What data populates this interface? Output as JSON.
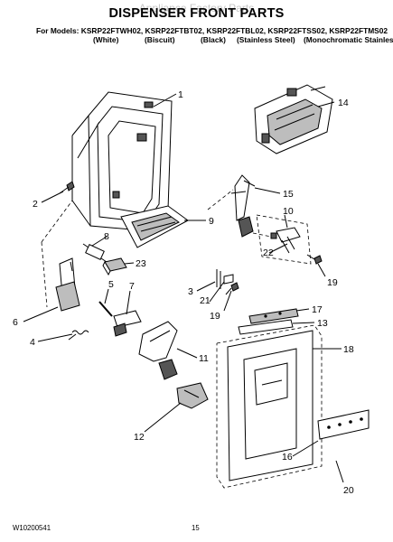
{
  "header": {
    "title": "DISPENSER FRONT PARTS",
    "watermark": "Appliance Factory Parts",
    "models_line": "For Models: KSRP22FTWH02, KSRP22FTBT02, KSRP22FTBL02, KSRP22FTSS02, KSRP22FTMS02",
    "finishes": [
      "(White)",
      "(Biscuit)",
      "(Black)",
      "(Stainless Steel)",
      "(Monochromatic Stainless)"
    ]
  },
  "callouts": [
    "1",
    "14",
    "2",
    "15",
    "10",
    "9",
    "8",
    "22",
    "23",
    "19",
    "3",
    "21",
    "5",
    "7",
    "6",
    "17",
    "19",
    "13",
    "4",
    "18",
    "11",
    "16",
    "12",
    "20"
  ],
  "footer": {
    "doc_number": "W10200541",
    "page_number": "15"
  }
}
